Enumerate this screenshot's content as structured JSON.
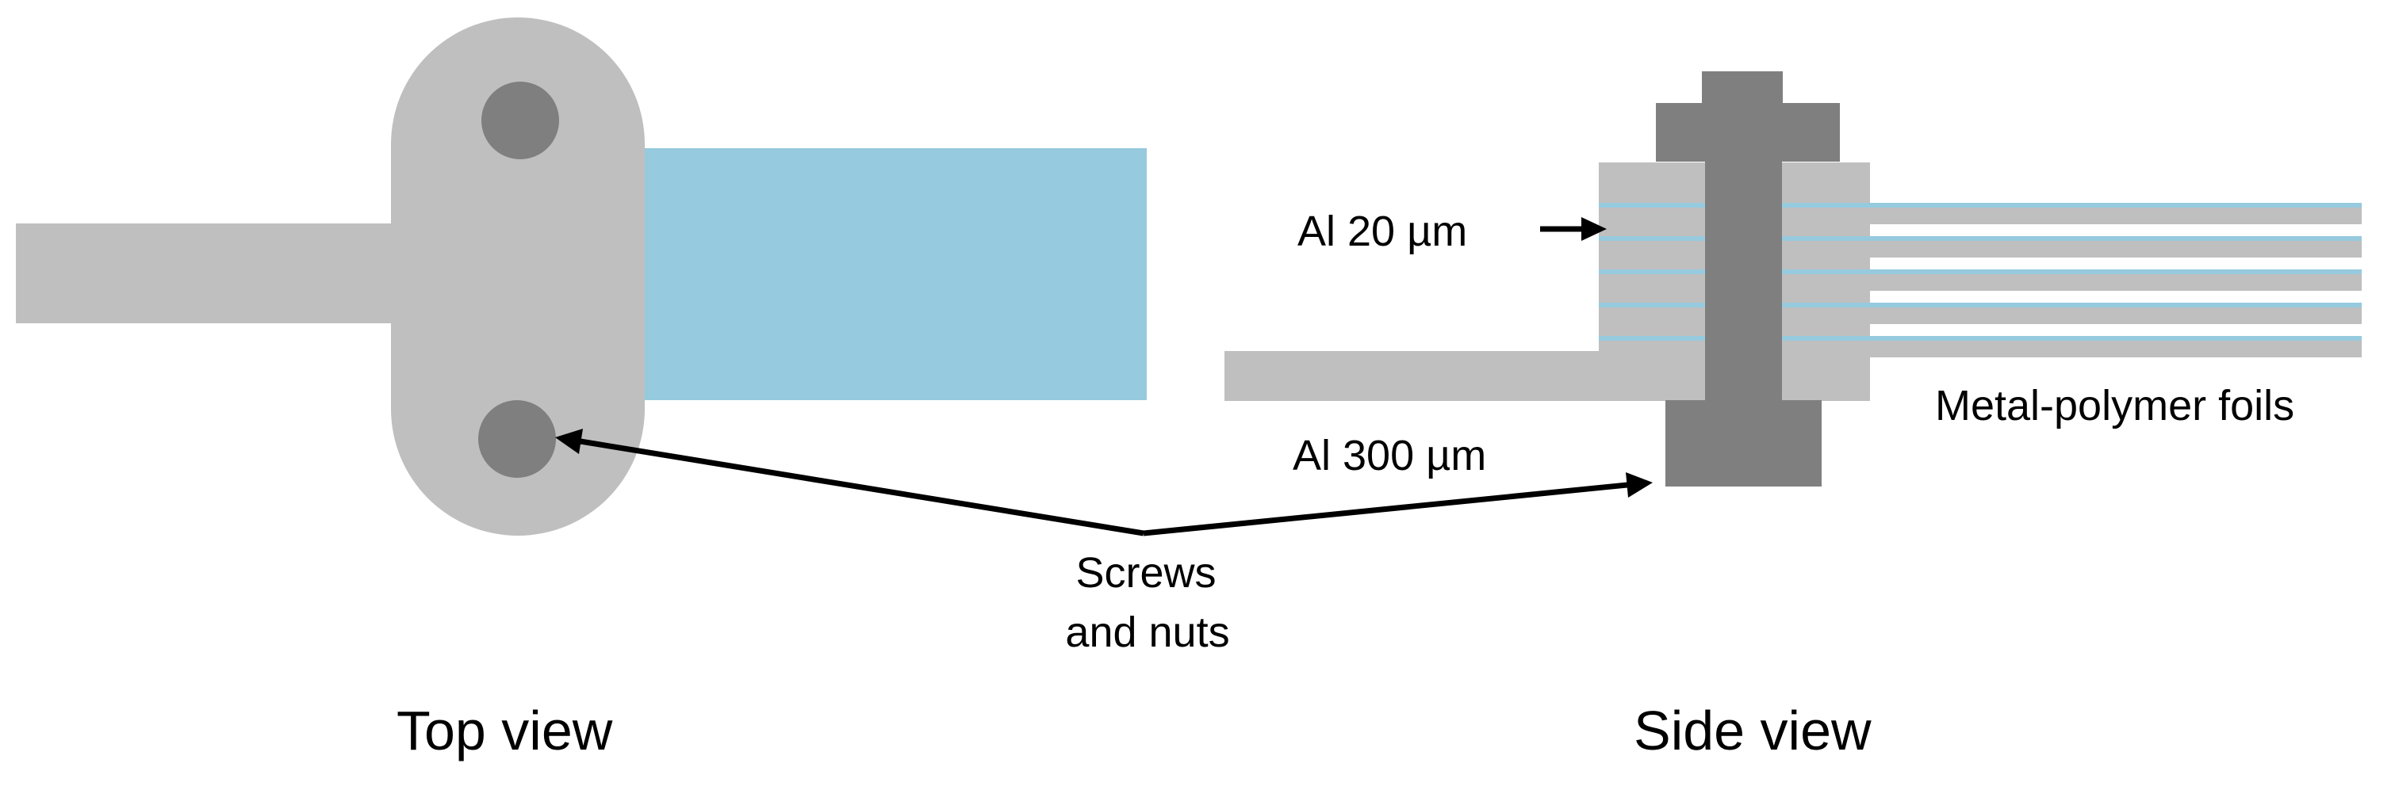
{
  "labels": {
    "al_20": "Al 20 µm",
    "al_300": "Al 300 µm",
    "foils": "Metal-polymer foils",
    "screws_line1": "Screws",
    "screws_line2": "and nuts",
    "top_view": "Top view",
    "side_view": "Side view"
  },
  "colors": {
    "clamp_gray": "#bfbfbf",
    "screw_gray": "#7f7f7f",
    "foil_blue": "#96cade",
    "arrow": "#000000",
    "background": "#ffffff"
  },
  "side_view": {
    "foil_count": 5
  }
}
